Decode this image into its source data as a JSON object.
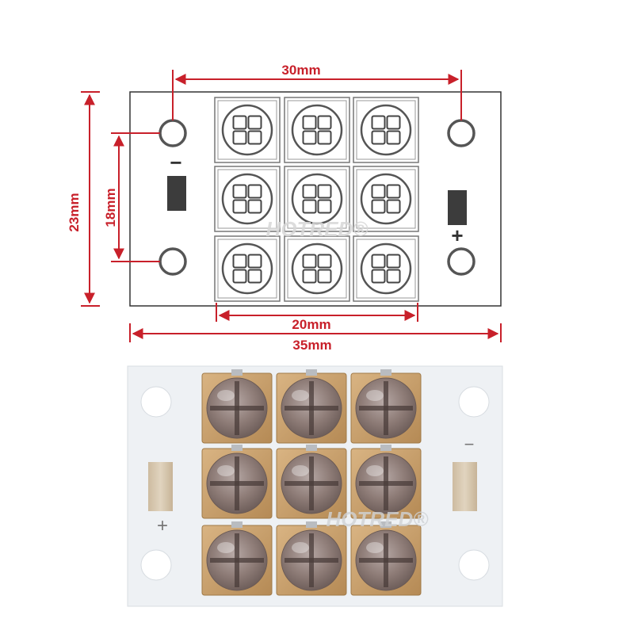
{
  "drawing": {
    "dimensions": {
      "hole_spacing_horizontal": "30mm",
      "hole_spacing_vertical": "18mm",
      "board_height": "23mm",
      "led_array_width": "20mm",
      "board_width": "35mm"
    },
    "polarity_left": "−",
    "polarity_right": "+",
    "watermark": "HOTRED®"
  },
  "photo": {
    "polarity_left": "+",
    "polarity_right": "−",
    "watermark": "HOTRED®"
  },
  "colors": {
    "dimension_red": "#c8202a",
    "outline": "#333333",
    "led_outline": "#555555",
    "pad_dark": "#3c3c3c",
    "board_white": "#eef1f4",
    "led_gold": "#c9a06a",
    "lens": "#8d7b74"
  },
  "led_grid": {
    "rows": 3,
    "cols": 3
  }
}
